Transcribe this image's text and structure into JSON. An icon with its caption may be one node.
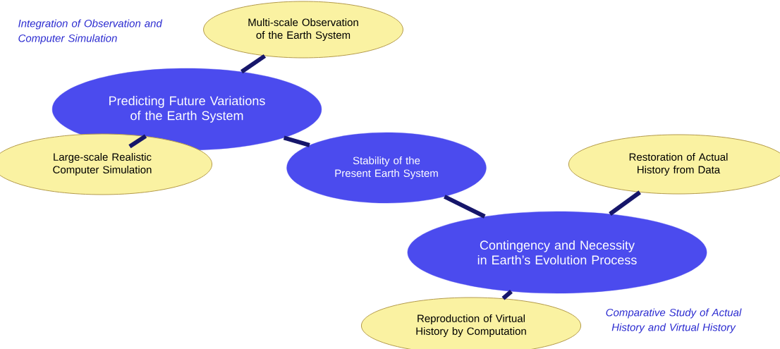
{
  "diagram": {
    "nodes": [
      {
        "text": [
          "Multi-scale Observation of the Earth System"
        ]
      },
      {
        "text": [
          "Predicting Future Variations of the Earth System"
        ]
      },
      {
        "text": [
          "Large-scale Realistic Computer Simulation"
        ]
      },
      {
        "text": [
          "Stability of the Present Earth System"
        ]
      },
      {
        "text": [
          "Restoration of Actual History from Data"
        ]
      },
      {
        "text": [
          "Contingency and Necessity in Earth’s Evolution Process"
        ]
      },
      {
        "text": [
          "Reproduction of Virtual History by Computation"
        ]
      }
    ],
    "edges": [
      {
        "from": 1,
        "to": 0,
        "arrow": "none"
      },
      {
        "from": 1,
        "to": 2,
        "arrow": "none"
      },
      {
        "from": 1,
        "to": 3,
        "arrow": "none"
      },
      {
        "from": 3,
        "to": 5,
        "arrow": "none"
      },
      {
        "from": 5,
        "to": 4,
        "arrow": "none"
      },
      {
        "from": 5,
        "to": 6,
        "arrow": "none"
      }
    ],
    "labels": [
      "Integration of Observation and Computer Simulation",
      "Comparative Study of Actual History and Virtual History"
    ]
  }
}
